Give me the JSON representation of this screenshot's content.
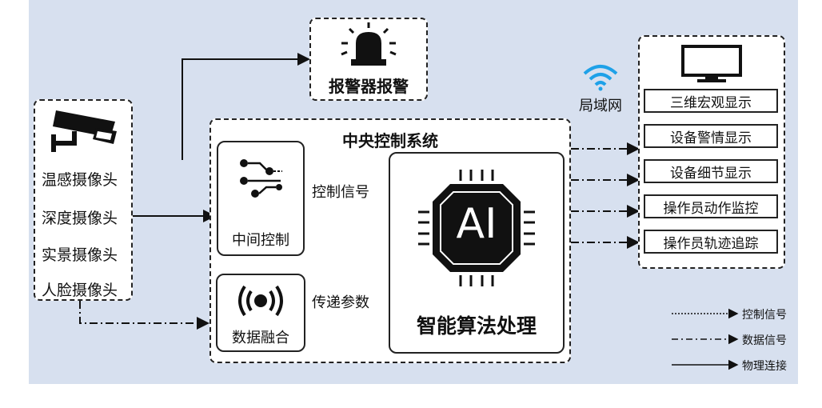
{
  "alarm": {
    "label": "报警器报警"
  },
  "cameras": {
    "items": [
      "温感摄像头",
      "深度摄像头",
      "实景摄像头",
      "人脸摄像头"
    ]
  },
  "central": {
    "title": "中央控制系统",
    "middle_control": "中间控制",
    "data_fusion": "数据融合",
    "ai_chip_text": "AI",
    "algorithm": "智能算法处理",
    "control_signal_label": "控制信号",
    "transfer_params_label": "传递参数"
  },
  "network": {
    "label": "局域网"
  },
  "displays": {
    "items": [
      "三维宏观显示",
      "设备警情显示",
      "设备细节显示",
      "操作员动作监控",
      "操作员轨迹追踪"
    ]
  },
  "legend": {
    "items": [
      "控制信号",
      "数据信号",
      "物理连接"
    ]
  }
}
